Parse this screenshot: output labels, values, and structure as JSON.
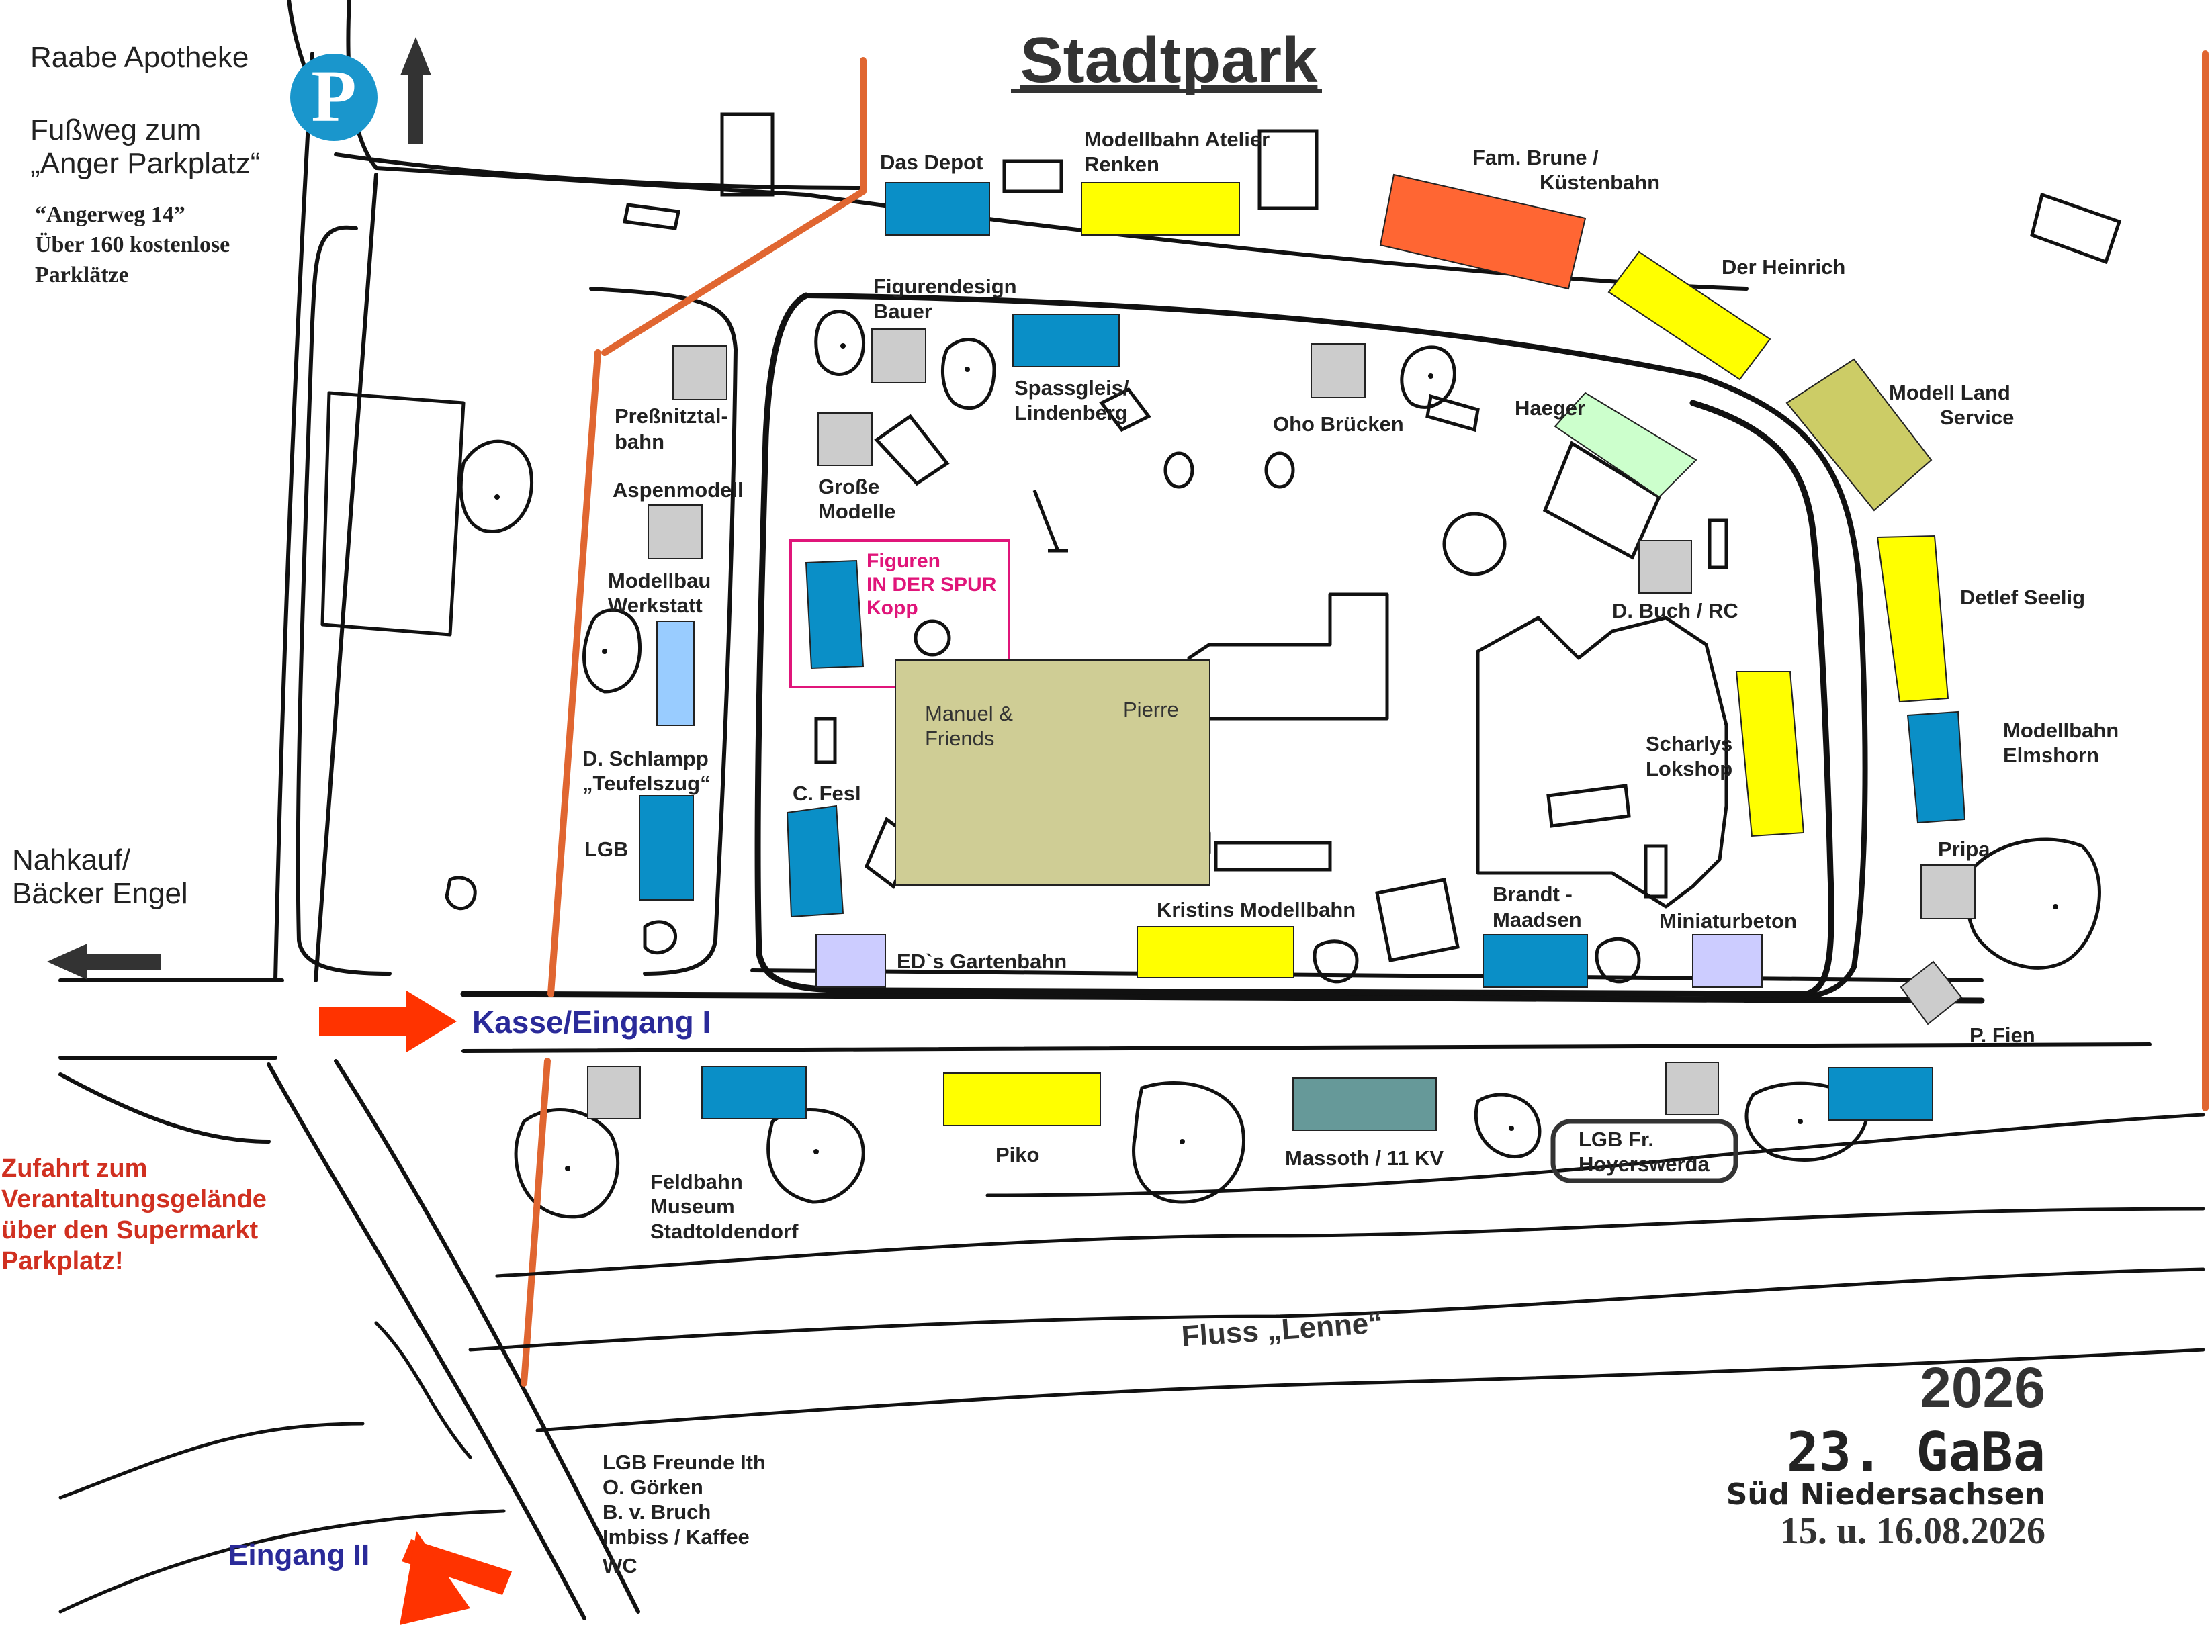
{
  "map_title": "Stadtpark",
  "parking": {
    "symbol": "P",
    "pharmacy": "Raabe Apotheke",
    "walkway_line1": "Fußweg zum",
    "walkway_line2": "„Anger Parkplatz“",
    "address": "“Angerweg 14”",
    "info_line1": "Über 160 kostenlose",
    "info_line2": "Parklätze"
  },
  "shops": {
    "line1": "Nahkauf/",
    "line2": "Bäcker Engel"
  },
  "access_note": [
    "Zufahrt zum",
    "Verantaltungsgelände",
    "über den Supermarkt",
    "Parkplatz!"
  ],
  "entrances": {
    "main": "Kasse/Eingang I",
    "second": "Eingang II"
  },
  "river": "Fluss „Lenne“",
  "event": {
    "year": "2026",
    "name": "23. GaBa",
    "region": "Süd Niedersachsen",
    "dates": "15. u. 16.08.2026"
  },
  "colors": {
    "blue": "#0a8fc7",
    "yellow": "#ffff00",
    "gray": "#cccccc",
    "olive": "#cccc66",
    "khaki": "#cfcd95",
    "orange": "#ff6633",
    "light_green": "#ccffcc",
    "light_blue": "#99ccff",
    "lavender": "#ccccff",
    "teal": "#669999",
    "fence_orange": "#e06631",
    "arrow_red": "#ff3300",
    "label_navy": "#2a2a99",
    "note_red": "#d03020",
    "highlight_pink": "#e0157a"
  },
  "exhibitors": {
    "das_depot": "Das Depot",
    "modellbahn_atelier": [
      "Modellbahn Atelier",
      "Renken"
    ],
    "fam_brune": [
      "Fam. Brune /",
      "Küstenbahn"
    ],
    "der_heinrich": "Der Heinrich",
    "modell_land": [
      "Modell Land",
      "Service"
    ],
    "detlef_seelig": "Detlef Seelig",
    "modellbahn_elmshorn": [
      "Modellbahn",
      "Elmshorn"
    ],
    "pripa": "Pripa",
    "p_fien": "P. Fien",
    "figurendesign": [
      "Figurendesign",
      "Bauer"
    ],
    "spassgleis": [
      "Spassgleis/",
      "Lindenberg"
    ],
    "oho_bruecken": "Oho Brücken",
    "haeger": "Haeger",
    "pressnitztal": [
      "Preßnitztal-",
      "bahn"
    ],
    "aspenmodell": "Aspenmodell",
    "modellbau_werkstatt": [
      "Modellbau",
      "Werkstatt"
    ],
    "grosse_modelle": [
      "Große",
      "Modelle"
    ],
    "figuren_spur": [
      "Figuren",
      "IN DER SPUR",
      "Kopp"
    ],
    "manuel_friends": [
      "Manuel &",
      "Friends"
    ],
    "pierre": "Pierre",
    "d_buch": "D. Buch / RC",
    "scharlys": [
      "Scharlys",
      "Lokshop"
    ],
    "schlampp": [
      "D. Schlampp",
      "„Teufelszug“"
    ],
    "lgb": "LGB",
    "c_fesl": "C. Fesl",
    "eds_gartenbahn": "ED`s Gartenbahn",
    "kristins": "Kristins Modellbahn",
    "brandt": [
      "Brandt -",
      "Maadsen"
    ],
    "miniaturbeton": "Miniaturbeton",
    "feldbahn": [
      "Feldbahn",
      "Museum",
      "Stadtoldendorf"
    ],
    "piko": "Piko",
    "massoth": "Massoth /  11 KV",
    "lgb_hoyerswerda": [
      "LGB Fr.",
      "Hoyerswerda"
    ],
    "bottom_group": [
      "LGB Freunde Ith",
      "O. Görken",
      "B. v. Bruch",
      "Imbiss / Kaffee",
      "WC"
    ]
  }
}
